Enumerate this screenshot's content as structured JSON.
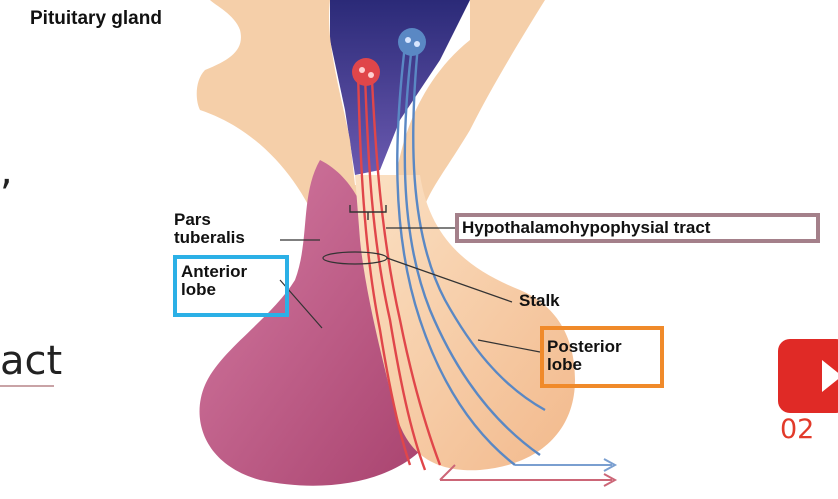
{
  "title": "Pituitary gland",
  "left_text_fragments": {
    "comma": ",",
    "act": "act"
  },
  "labels": {
    "pars_tuberalis": [
      "Pars",
      "tuberalis"
    ],
    "anterior_lobe": [
      "Anterior",
      "lobe"
    ],
    "stalk": "Stalk",
    "posterior_lobe": [
      "Posterior",
      "lobe"
    ],
    "hypothalamohypophysial_tract": "Hypothalamohypophysial tract"
  },
  "video": {
    "timestamp": "02",
    "icon": "play-icon"
  },
  "colors": {
    "anterior_box": "#2bb0e6",
    "posterior_box": "#f08a2a",
    "tract_box": "#a4808a",
    "anterior_tissue": "#c45c8a",
    "posterior_tissue": "#f6cfa6",
    "hypothalamus": "#3d2a7a",
    "red_axon": "#e0464a",
    "blue_axon": "#5a88c4",
    "youtube": "#e02a26"
  }
}
